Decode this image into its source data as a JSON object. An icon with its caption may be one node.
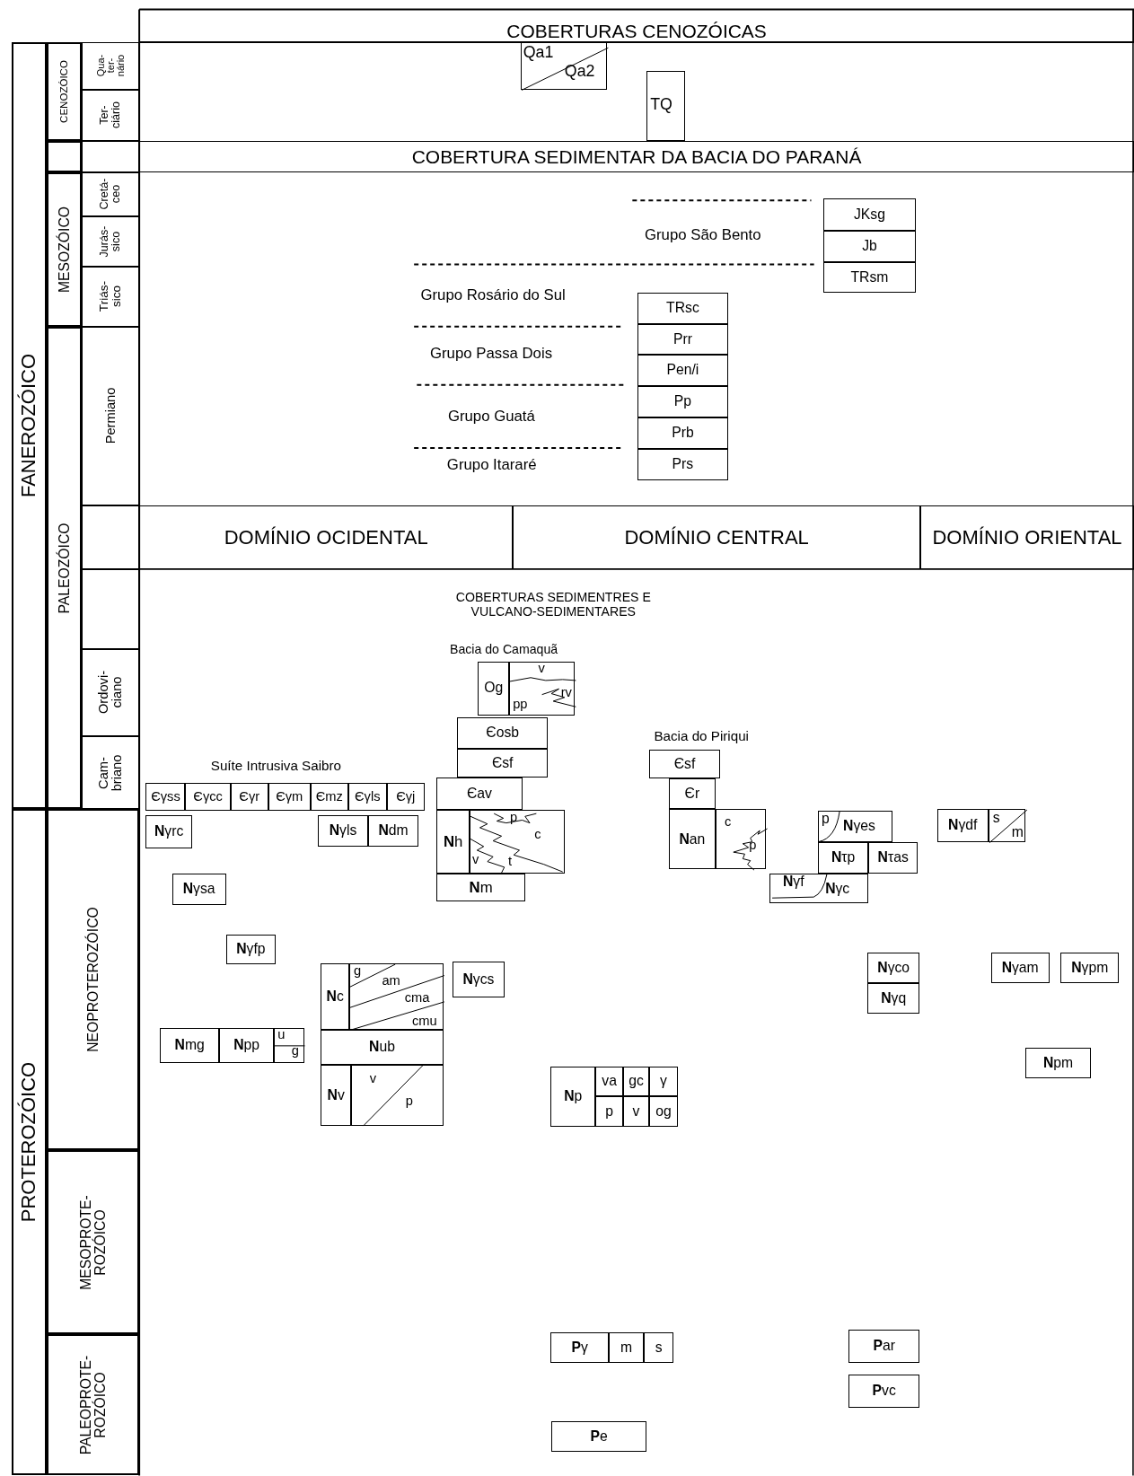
{
  "diagram": {
    "nodes": [
      {
        "text": [
          "FANEROZÓICO"
        ]
      },
      {
        "text": [
          "PROTEROZÓICO"
        ]
      },
      {
        "text": [
          "CENOZÓICO"
        ]
      },
      {
        "text": [
          "Qua- ter- nário"
        ]
      },
      {
        "text": [
          "Ter- ciário"
        ]
      },
      {
        "text": [],
        "shape": "box"
      },
      {
        "text": [],
        "shape": "box"
      },
      {
        "text": [
          "MESOZÓICO"
        ]
      },
      {
        "text": [
          "Cretá- ceo"
        ]
      },
      {
        "text": [
          "Jurás- sico"
        ]
      },
      {
        "text": [
          "Triás- sico"
        ]
      },
      {
        "text": [
          "PALEOZÓICO"
        ]
      },
      {
        "text": [
          "Permiano"
        ]
      },
      {
        "text": [],
        "shape": "box"
      },
      {
        "text": [],
        "shape": "box"
      },
      {
        "text": [
          "Ordovi- ciano"
        ]
      },
      {
        "text": [
          "Cam- briano"
        ]
      },
      {
        "text": [
          "NEOPROTEROZÓICO"
        ]
      },
      {
        "text": [
          "MESOPROTE- ROZÓICO"
        ]
      },
      {
        "text": [
          "PALEOPROTE- ROZÓICO"
        ]
      },
      {
        "text": [
          "COBERTURAS CENOZÓICAS"
        ]
      },
      {
        "text": [
          "COBERTURA SEDIMENTAR DA BACIA DO PARANÁ"
        ]
      },
      {
        "text": [
          "DOMÍNIO OCIDENTAL"
        ]
      },
      {
        "text": [
          "DOMÍNIO CENTRAL"
        ]
      },
      {
        "text": [
          "DOMÍNIO ORIENTAL"
        ]
      },
      {
        "text": [
          "Qa1",
          "Qa2"
        ]
      },
      {
        "text": [
          "TQ"
        ]
      },
      {
        "text": [
          "JKsg"
        ]
      },
      {
        "text": [
          "Jb"
        ]
      },
      {
        "text": [
          "TRsm"
        ]
      },
      {
        "text": [
          "TRsc"
        ]
      },
      {
        "text": [
          "Prr"
        ]
      },
      {
        "text": [
          "Pen/i"
        ]
      },
      {
        "text": [
          "Pp"
        ]
      },
      {
        "text": [
          "Prb"
        ]
      },
      {
        "text": [
          "Prs"
        ]
      },
      {
        "text": [
          "Og"
        ]
      },
      {
        "text": [
          "v",
          "pp",
          "rv"
        ]
      },
      {
        "text": [
          "Єosb"
        ]
      },
      {
        "text": [
          "Єsf"
        ]
      },
      {
        "text": [
          "Єav"
        ]
      },
      {
        "text": [
          "**N**h"
        ]
      },
      {
        "text": [
          "p",
          "c",
          "v",
          "t"
        ]
      },
      {
        "text": [
          "**N**m"
        ]
      },
      {
        "text": [
          "Єγss"
        ]
      },
      {
        "text": [
          "Єγcc"
        ]
      },
      {
        "text": [
          "Єγr"
        ]
      },
      {
        "text": [
          "Єγm"
        ]
      },
      {
        "text": [
          "Єmz"
        ]
      },
      {
        "text": [
          "Єγls"
        ]
      },
      {
        "text": [
          "Єγj"
        ]
      },
      {
        "text": [
          "**N**γrc"
        ]
      },
      {
        "text": [
          "**N**γls"
        ]
      },
      {
        "text": [
          "**N**dm"
        ]
      },
      {
        "text": [
          "**N**γsa"
        ]
      },
      {
        "text": [
          "**N**γfp"
        ]
      },
      {
        "text": [
          "**N**c"
        ]
      },
      {
        "text": [
          "g",
          "am",
          "cma",
          "cmu"
        ]
      },
      {
        "text": [
          "**N**ub"
        ]
      },
      {
        "text": [
          "**N**v"
        ]
      },
      {
        "text": [
          "v",
          "p"
        ]
      },
      {
        "text": [
          "**N**γcs"
        ]
      },
      {
        "text": [
          "**N**mg"
        ]
      },
      {
        "text": [
          "**N**pp"
        ]
      },
      {
        "text": [
          "u",
          "g"
        ]
      },
      {
        "text": [
          "**N**p"
        ]
      },
      {
        "text": [
          "va"
        ]
      },
      {
        "text": [
          "gc"
        ]
      },
      {
        "text": [
          "γ"
        ]
      },
      {
        "text": [
          "p"
        ]
      },
      {
        "text": [
          "v"
        ]
      },
      {
        "text": [
          "og"
        ]
      },
      {
        "text": [
          "Єsf"
        ]
      },
      {
        "text": [
          "Єr"
        ]
      },
      {
        "text": [
          "**N**an"
        ]
      },
      {
        "text": [
          "c",
          "p"
        ]
      },
      {
        "text": [
          "p",
          "**N**γes"
        ]
      },
      {
        "text": [
          "**N**τp"
        ]
      },
      {
        "text": [
          "**N**τas"
        ]
      },
      {
        "text": [
          "**N**γf",
          "**N**γc"
        ]
      },
      {
        "text": [
          "**N**γdf"
        ]
      },
      {
        "text": [
          "s",
          "m"
        ]
      },
      {
        "text": [
          "**N**γco"
        ]
      },
      {
        "text": [
          "**N**γq"
        ]
      },
      {
        "text": [
          "**N**γam"
        ]
      },
      {
        "text": [
          "**N**γpm"
        ]
      },
      {
        "text": [
          "**N**pm"
        ]
      },
      {
        "text": [
          "**P**γ"
        ]
      },
      {
        "text": [
          "m"
        ]
      },
      {
        "text": [
          "s"
        ]
      },
      {
        "text": [
          "**P**ar"
        ]
      },
      {
        "text": [
          "**P**vc"
        ]
      },
      {
        "text": [
          "**P**e"
        ]
      }
    ],
    "labels": [
      "Grupo São Bento",
      "Grupo Rosário do Sul",
      "Grupo Passa Dois",
      "Grupo Guatá",
      "Grupo Itararé",
      "COBERTURAS SEDIMENTRES E VULCANO-SEDIMENTARES",
      "Bacia do Camaquã",
      "Suíte Intrusiva Saibro",
      "Bacia do Piriqui"
    ]
  }
}
